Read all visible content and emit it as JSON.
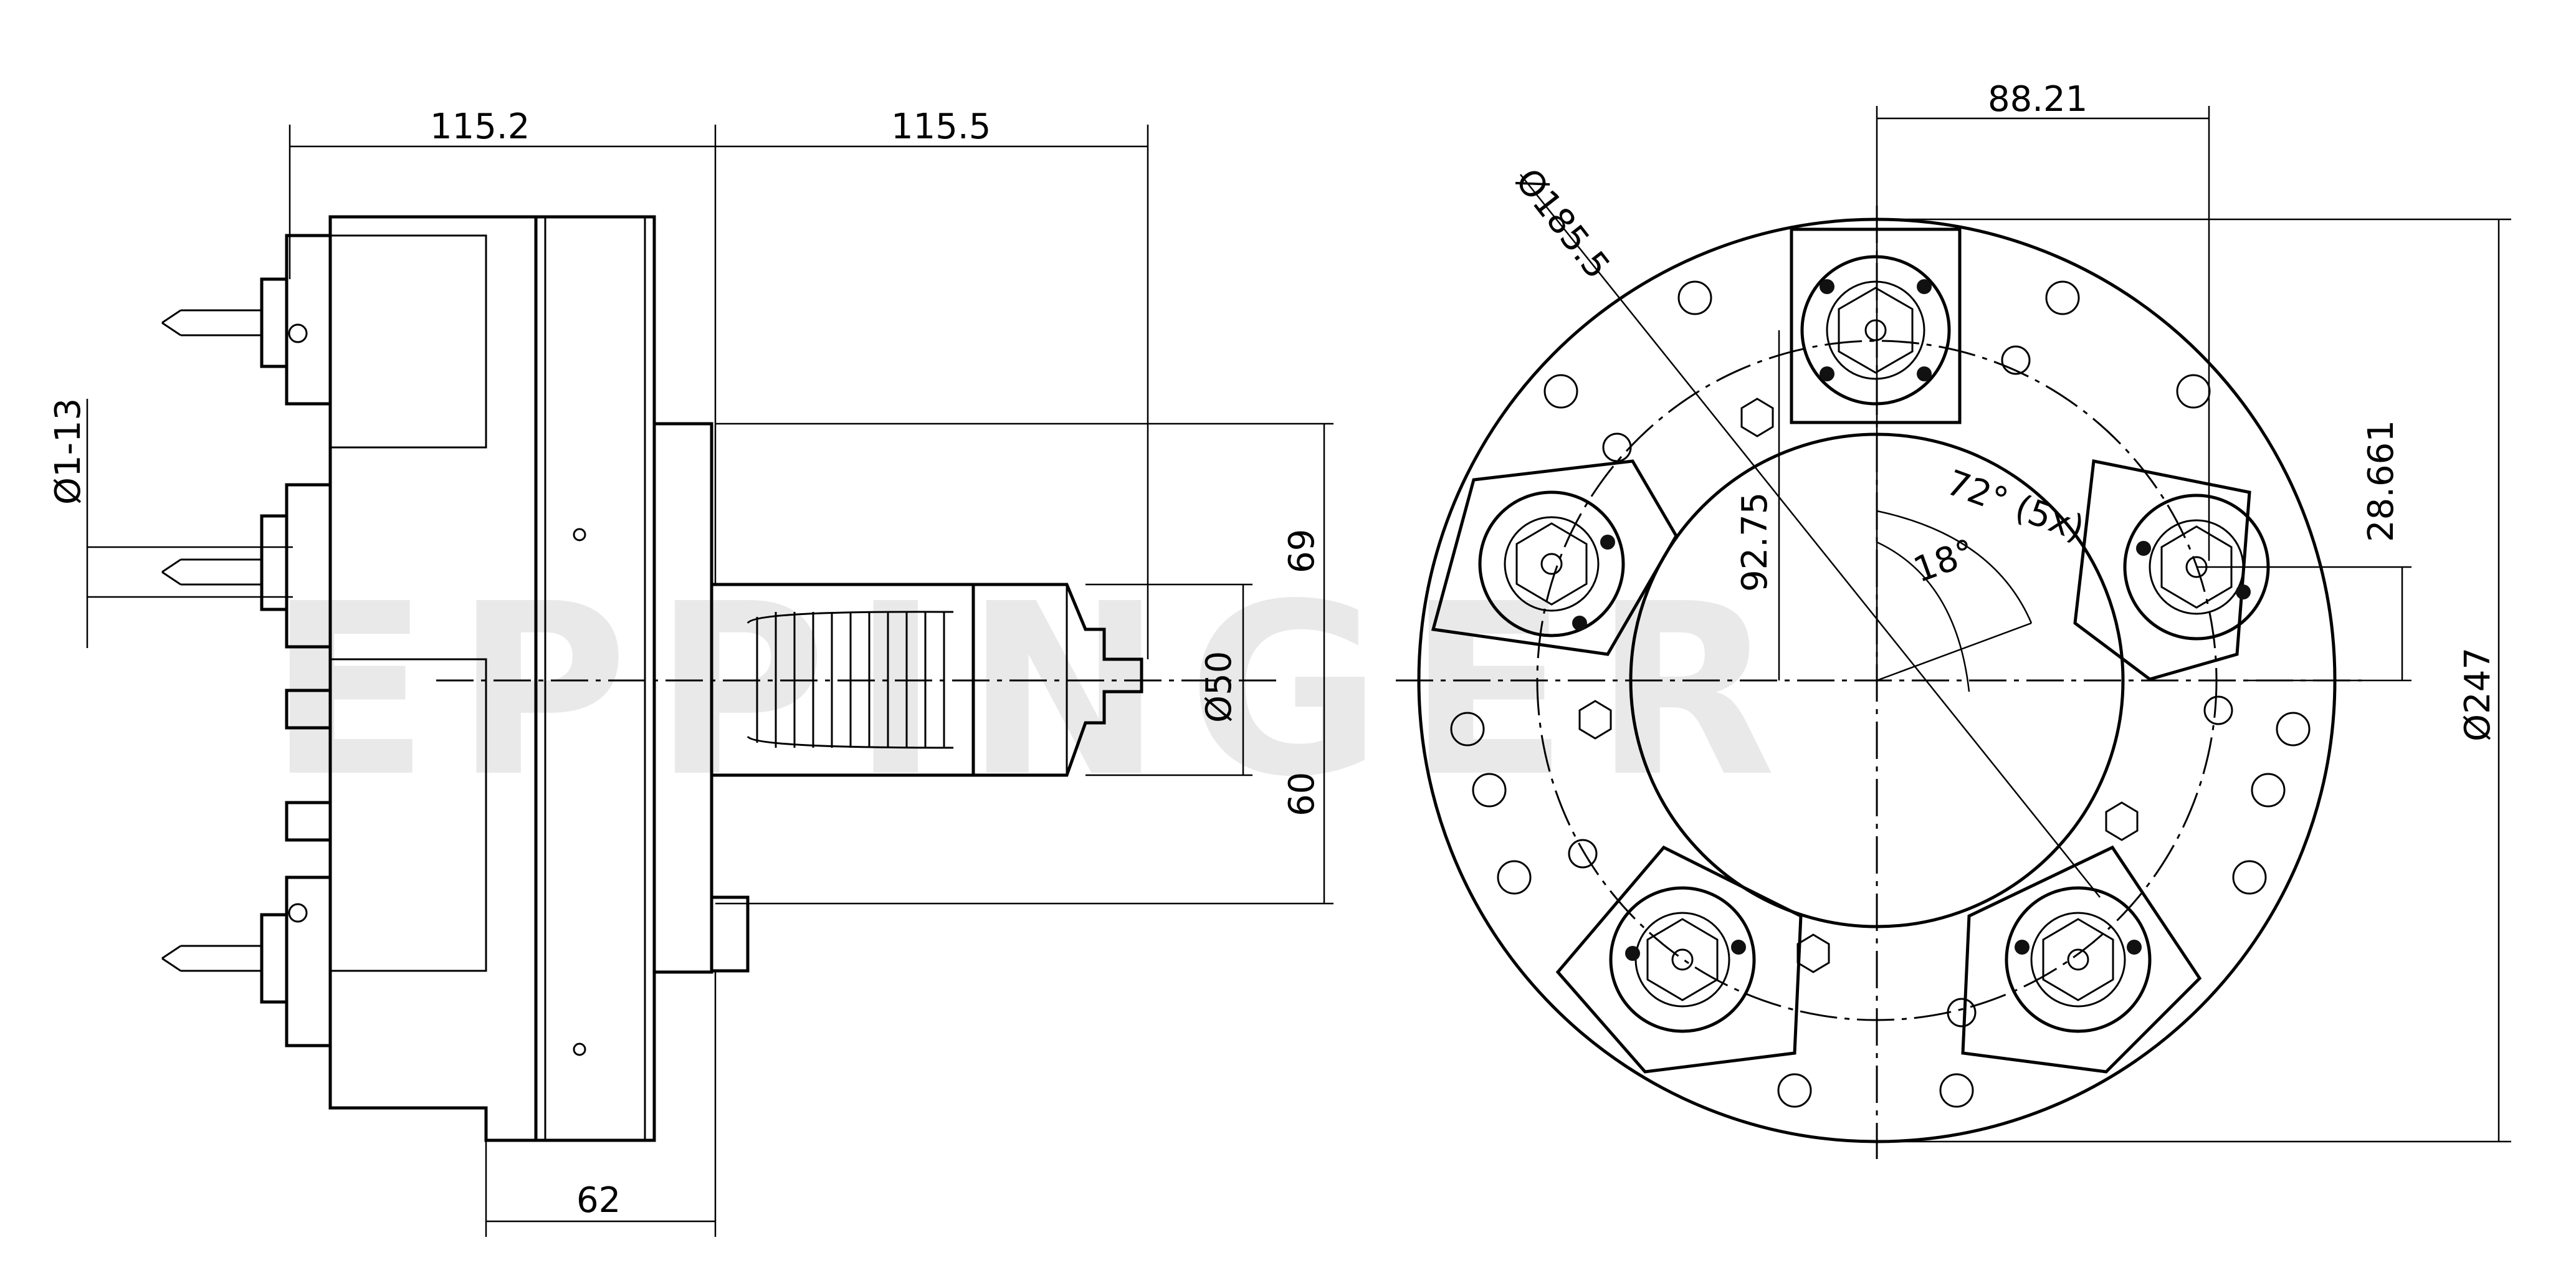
{
  "watermark": {
    "brand": "EPPINGER"
  },
  "side_view": {
    "dimensions": {
      "body_length": "115.2",
      "shaft_length": "115.5",
      "base_width": "62",
      "thread_diameter": "Ø1-13",
      "shaft_diameter": "Ø50",
      "upper_height": "69",
      "lower_height": "60"
    }
  },
  "front_view": {
    "dimensions": {
      "pitch_circle": "Ø185.5",
      "offset_horizontal": "88.21",
      "offset_vertical": "92.75",
      "angle_pitch": "72° (5x)",
      "angle_offset": "18°",
      "offset_right": "28.661",
      "outer_diameter": "Ø247"
    }
  },
  "colors": {
    "line": "#000000",
    "background": "#ffffff",
    "watermark": "#cfcfcf"
  }
}
